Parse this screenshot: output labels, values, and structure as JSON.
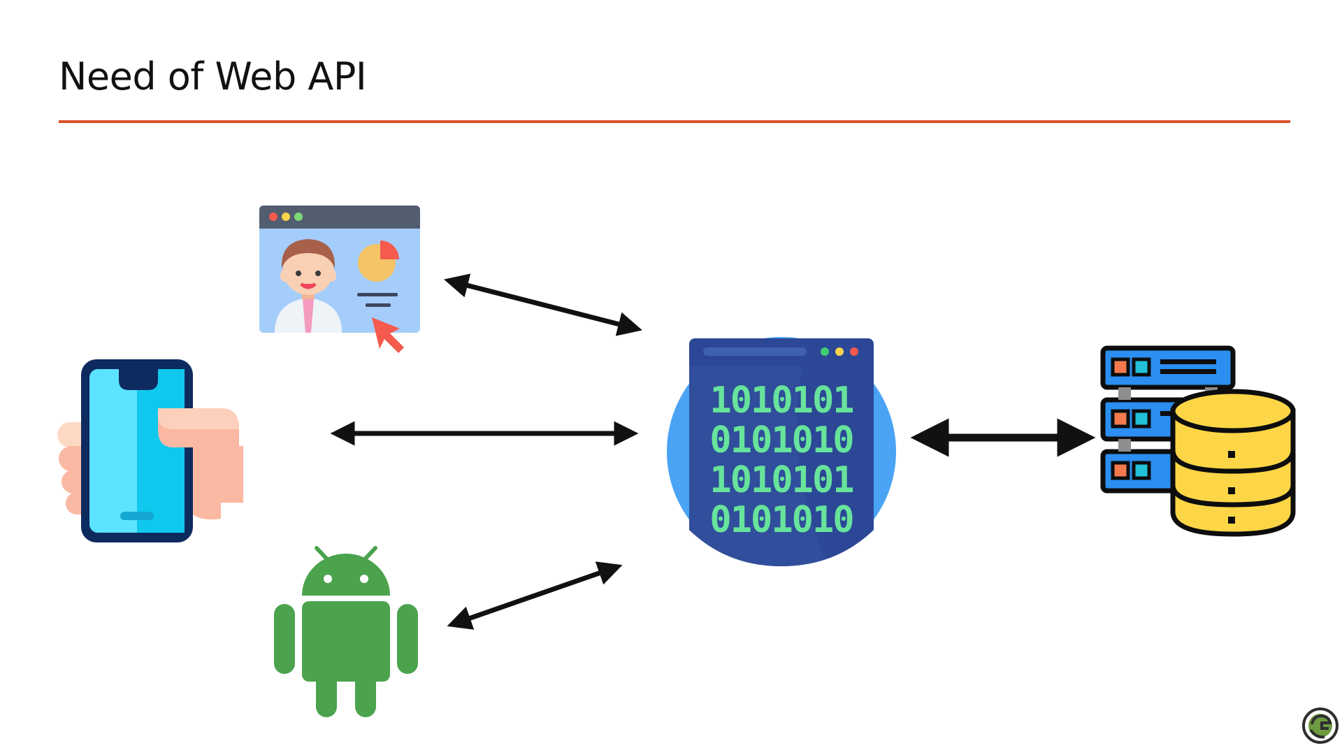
{
  "slide": {
    "title": "Need of Web API"
  },
  "nodes": {
    "web_browser_client": {
      "icon": "web-browser-user-icon"
    },
    "mobile_phone_client": {
      "icon": "hand-holding-phone-icon"
    },
    "android_client": {
      "icon": "android-icon"
    },
    "web_api": {
      "icon": "binary-code-window-icon",
      "binary_lines": [
        "1010101",
        "0101010",
        "1010101",
        "0101010"
      ]
    },
    "database": {
      "icon": "server-database-icon"
    }
  },
  "colors": {
    "title_rule": "#d9542b",
    "arrows": "#111111",
    "android_green": "#4ba34e",
    "binary_green": "#67e39b",
    "api_navy": "#2c4796",
    "api_circle": "#4aa3f5",
    "server_blue": "#2b8ef0",
    "db_yellow": "#fcd646"
  }
}
